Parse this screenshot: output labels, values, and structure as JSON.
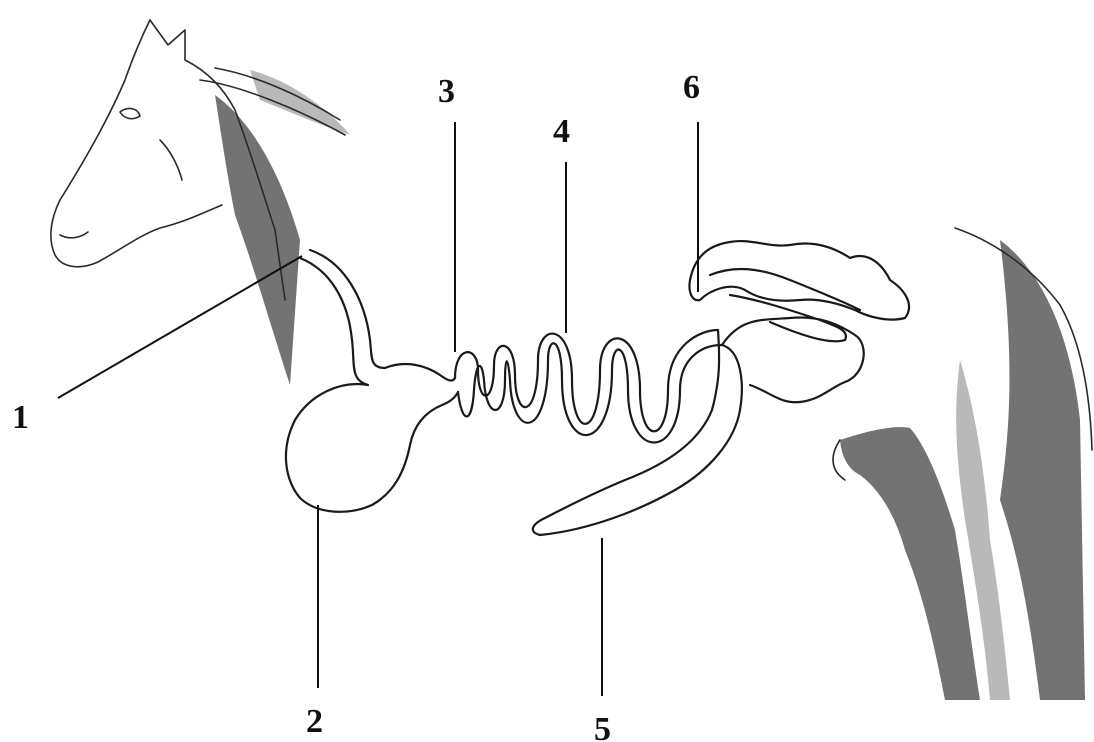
{
  "labels": {
    "l1": "1",
    "l2": "2",
    "l3": "3",
    "l4": "4",
    "l5": "5",
    "l6": "6"
  },
  "colors": {
    "ink": "#111111",
    "shading": "#5a5a5a",
    "background": "#ffffff"
  }
}
